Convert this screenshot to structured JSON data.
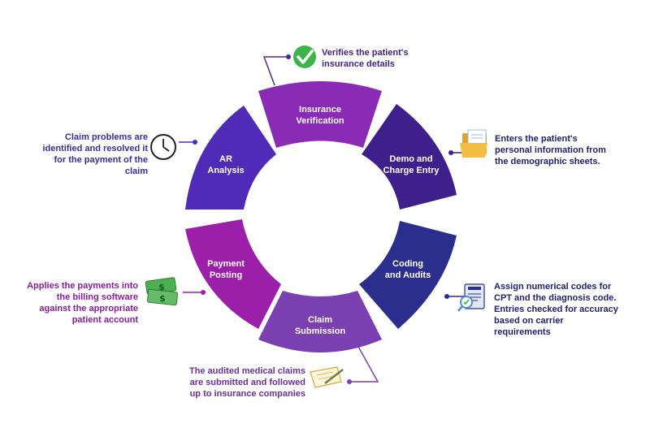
{
  "colors": {
    "insurance": "#8a2bb5",
    "demo": "#3f1f8c",
    "coding": "#2b2e8c",
    "claim": "#7a3fb0",
    "payment": "#9b1fa8",
    "ar": "#4f2bb8",
    "connector": "#4a2a8f"
  },
  "segments": [
    {
      "id": "insurance",
      "lines": [
        "Insurance",
        "Verification"
      ]
    },
    {
      "id": "demo",
      "lines": [
        "Demo and",
        "Charge Entry"
      ]
    },
    {
      "id": "coding",
      "lines": [
        "Coding",
        "and Audits"
      ]
    },
    {
      "id": "claim",
      "lines": [
        "Claim",
        "Submission"
      ]
    },
    {
      "id": "payment",
      "lines": [
        "Payment",
        "Posting"
      ]
    },
    {
      "id": "ar",
      "lines": [
        "AR",
        "Analysis"
      ]
    }
  ],
  "descriptions": {
    "insurance": {
      "lines": [
        "Verifies the patient's",
        "insurance details"
      ],
      "color": "#3f1f8c",
      "icon": "checkmark-icon"
    },
    "demo": {
      "lines": [
        "Enters the patient's",
        "personal information from",
        "the demographic sheets."
      ],
      "color": "#1f1f6e",
      "icon": "folder-icon"
    },
    "coding": {
      "lines": [
        "Assign numerical codes for",
        "CPT and the diagnosis code.",
        "Entries checked for accuracy",
        "based on carrier",
        "requirements"
      ],
      "color": "#1f1f6e",
      "icon": "audit-document-icon"
    },
    "claim": {
      "lines": [
        "The audited medical claims",
        "are submitted and followed",
        "up to insurance companies"
      ],
      "color": "#6a2fa0",
      "icon": "pen-paper-icon"
    },
    "payment": {
      "lines": [
        "Applies the payments into",
        "the billing software",
        "against the appropriate",
        "patient account"
      ],
      "color": "#8a1a9e",
      "icon": "money-icon"
    },
    "ar": {
      "lines": [
        "Claim problems are",
        "identified and resolved it",
        "for the payment of the",
        "claim"
      ],
      "color": "#3f2a9e",
      "icon": "clock-icon"
    }
  }
}
